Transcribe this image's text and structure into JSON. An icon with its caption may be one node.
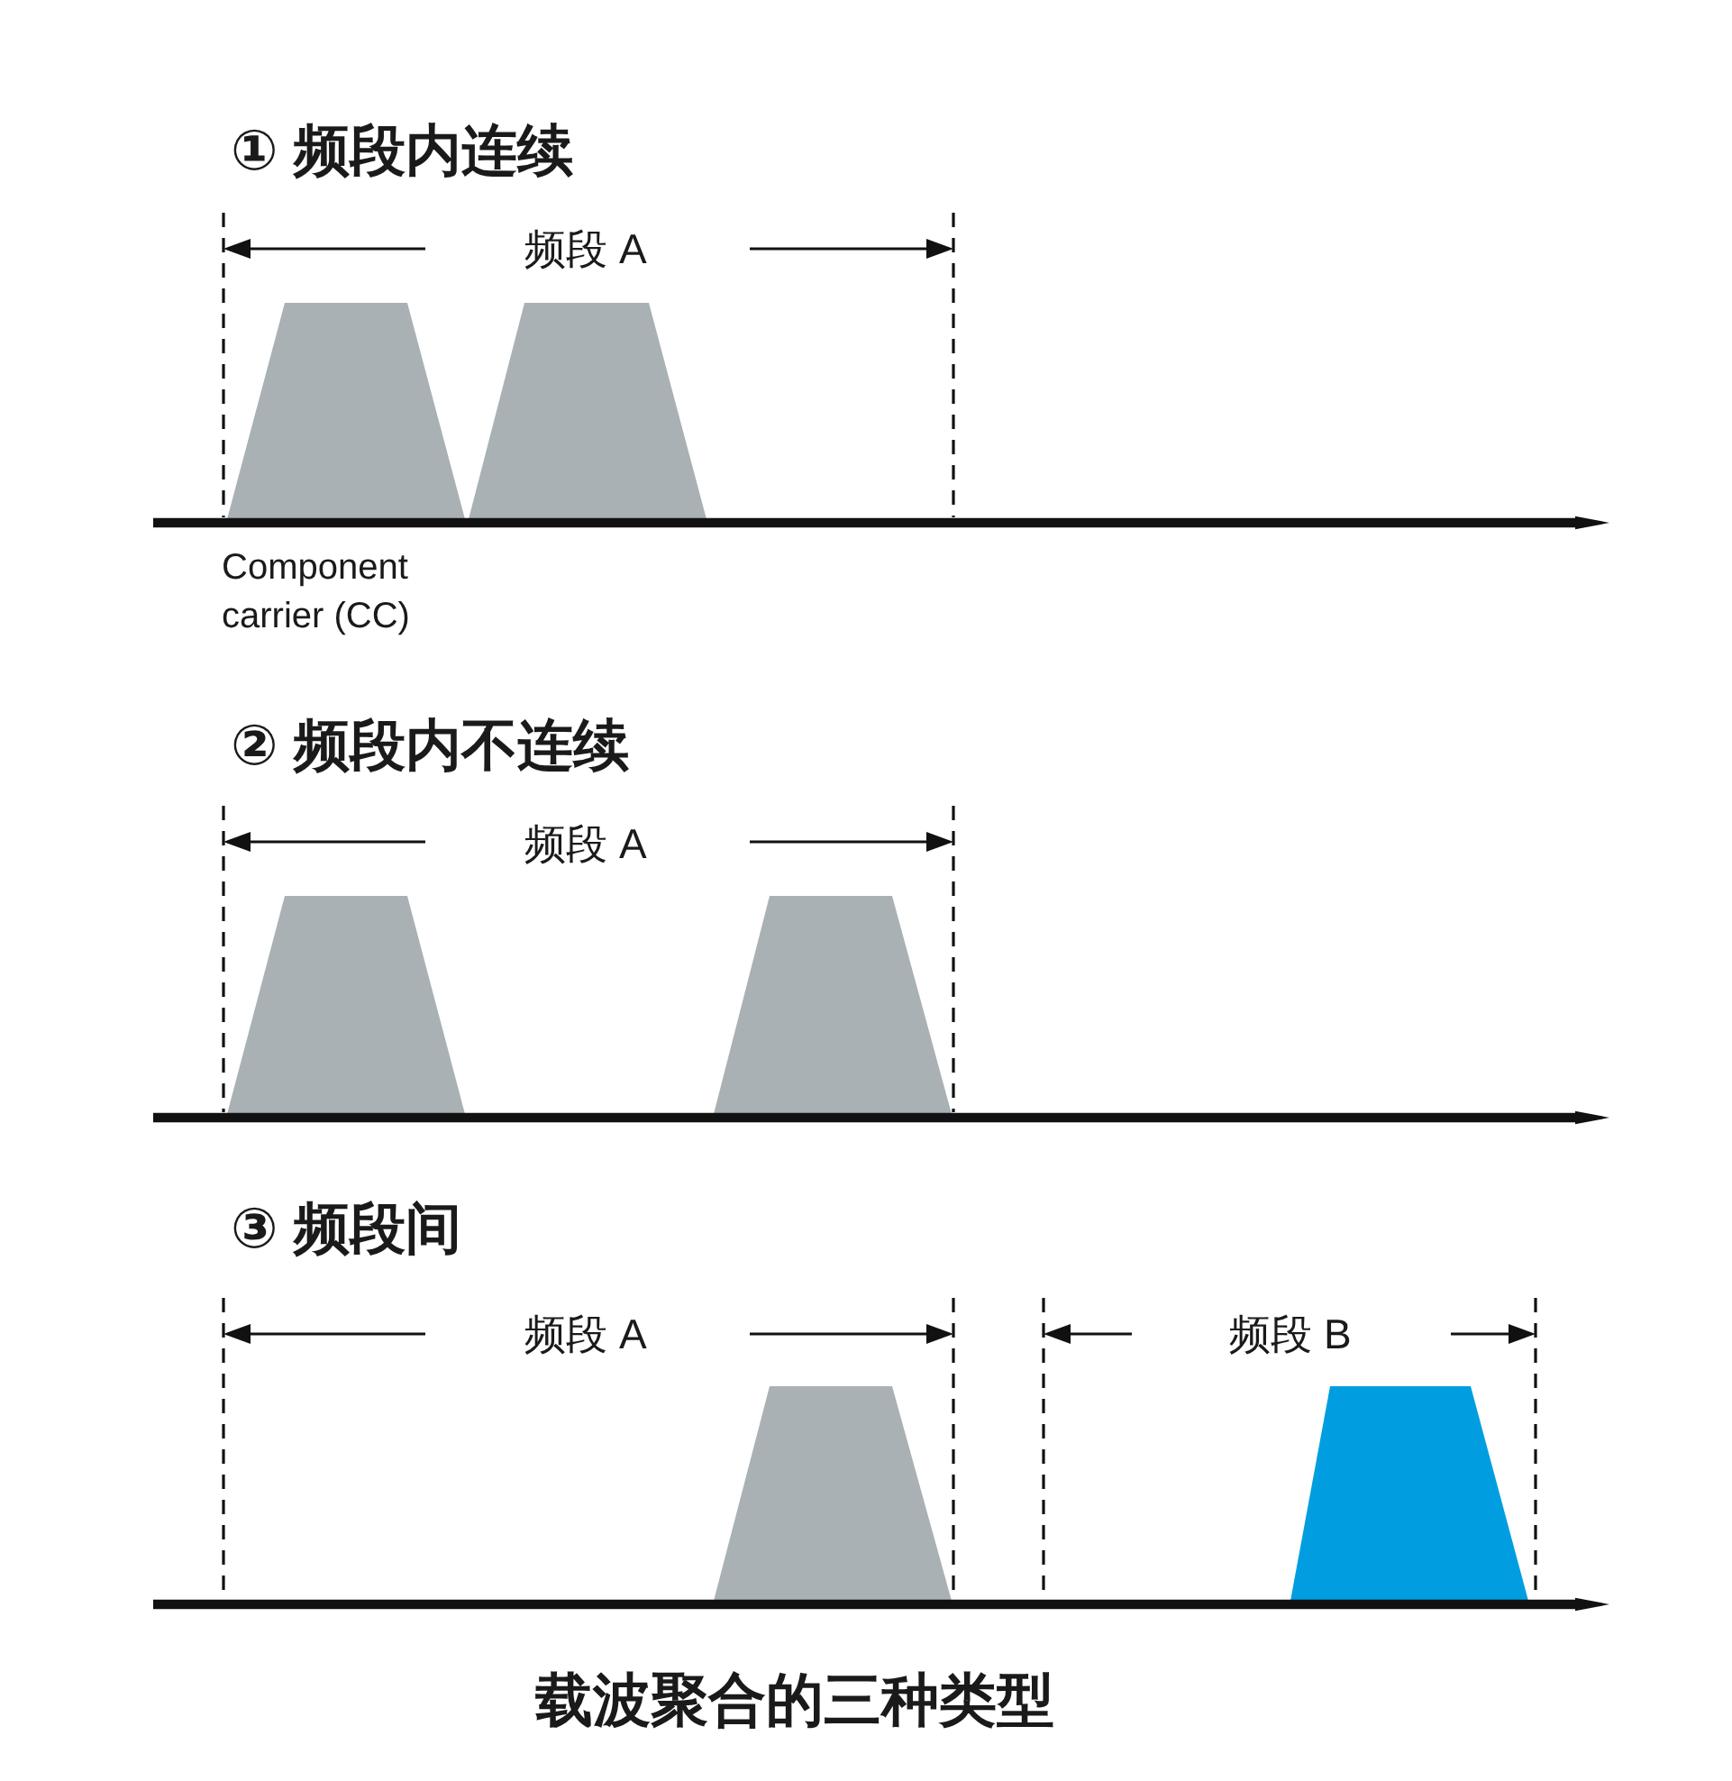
{
  "diagram": {
    "caption": "载波聚合的三种类型",
    "nodes": [
      {
        "text": [],
        "shape": "trapezoid",
        "beside": [
          "Component carrier (CC)"
        ]
      },
      {
        "text": [],
        "shape": "trapezoid"
      },
      {
        "text": [],
        "shape": "trapezoid"
      },
      {
        "text": [],
        "shape": "trapezoid"
      },
      {
        "text": [],
        "shape": "trapezoid"
      },
      {
        "text": [],
        "shape": "trapezoid"
      }
    ],
    "labels": [
      "① 频段内连续",
      "频段 A",
      "② 频段内不连续",
      "频段 A",
      "③ 频段间",
      "频段 A",
      "频段 B"
    ]
  }
}
